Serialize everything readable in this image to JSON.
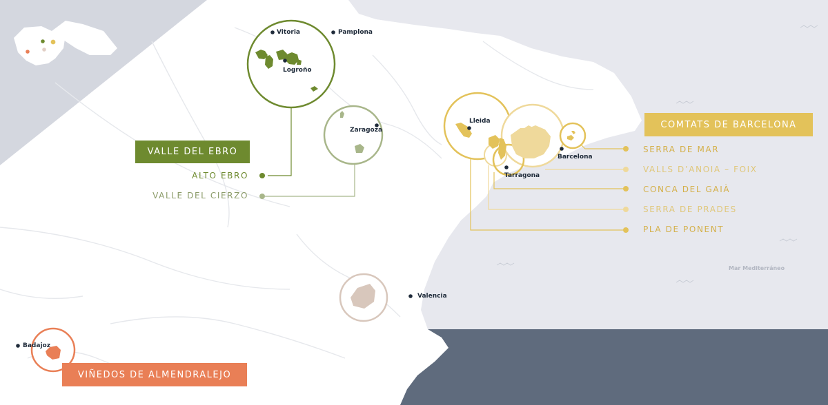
{
  "colors": {
    "land": "#ffffff",
    "sea": "#e7e8ee",
    "atlantic": "#5f6b7d",
    "ebro": "#6e8a2f",
    "ebro_light": "#a8b68a",
    "barcelona": "#e3c25a",
    "barcelona_light": "#efd99b",
    "almendralejo": "#e97f56",
    "valencia": "#d8c7bc",
    "city_text": "#1f2b3a"
  },
  "cities": {
    "vitoria": "Vitoria",
    "pamplona": "Pamplona",
    "logrono": "Logroño",
    "zaragoza": "Zaragoza",
    "lleida": "Lleida",
    "barcelona": "Barcelona",
    "tarragona": "Tarragona",
    "valencia": "Valencia",
    "badajoz": "Badajoz"
  },
  "sea_label": "Mar Mediterráneo",
  "regions": {
    "ebro": {
      "title": "VALLE DEL EBRO",
      "subregions": [
        "ALTO EBRO",
        "VALLE DEL CIERZO"
      ]
    },
    "barcelona": {
      "title": "COMTATS DE BARCELONA",
      "subregions": [
        "SERRA DE MAR",
        "VALLS D’ANOIA – FOIX",
        "CONCA DEL GAIÀ",
        "SERRA DE PRADES",
        "PLA DE PONENT"
      ]
    },
    "almendralejo": {
      "title": "VIÑEDOS DE ALMENDRALEJO"
    }
  }
}
